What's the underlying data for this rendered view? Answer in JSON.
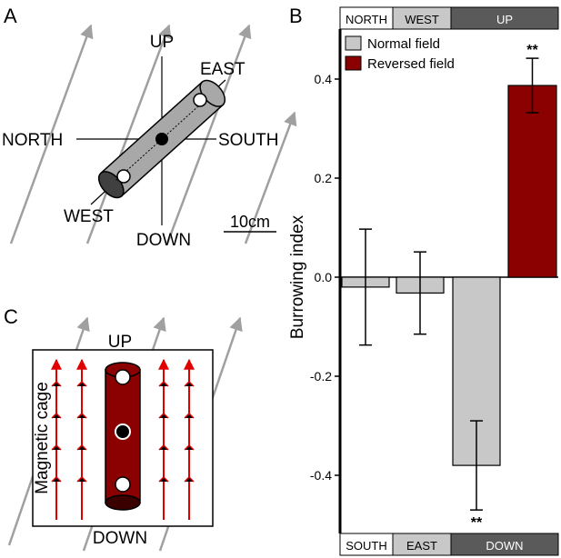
{
  "panel_a": {
    "letter": "A",
    "up": "UP",
    "down": "DOWN",
    "north": "NORTH",
    "south": "SOUTH",
    "east": "EAST",
    "west": "WEST",
    "scale": "10cm"
  },
  "panel_b": {
    "letter": "B"
  },
  "panel_c": {
    "letter": "C",
    "up": "UP",
    "down": "DOWN",
    "cage": "Magnetic cage"
  },
  "colors": {
    "normal": "#c8c8c8",
    "reversed": "#8b0000",
    "field_lines_a": "#a0a0a0",
    "field_lines_c": "#e00000",
    "tube_gray": "#a8a8a8",
    "tube_red": "#8b0000"
  },
  "chart_data": {
    "type": "bar",
    "ylabel": "Burrowing index",
    "ylim": [
      -0.5,
      0.5
    ],
    "yticks": [
      "0.4",
      "0.2",
      "0.0",
      "-0.2",
      "-0.4"
    ],
    "legend": [
      "Normal field",
      "Reversed field"
    ],
    "legend_position": "top-left",
    "top_labels": [
      "NORTH",
      "WEST",
      "UP"
    ],
    "bottom_labels": [
      "SOUTH",
      "EAST",
      "DOWN"
    ],
    "bars": [
      {
        "value": -0.02,
        "error": 0.117,
        "series": "Normal field",
        "sig": ""
      },
      {
        "value": -0.032,
        "error": 0.083,
        "series": "Normal field",
        "sig": ""
      },
      {
        "value": -0.38,
        "error": 0.09,
        "series": "Normal field",
        "sig": "**"
      },
      {
        "value": 0.387,
        "error": 0.055,
        "series": "Reversed field",
        "sig": "**"
      }
    ]
  }
}
